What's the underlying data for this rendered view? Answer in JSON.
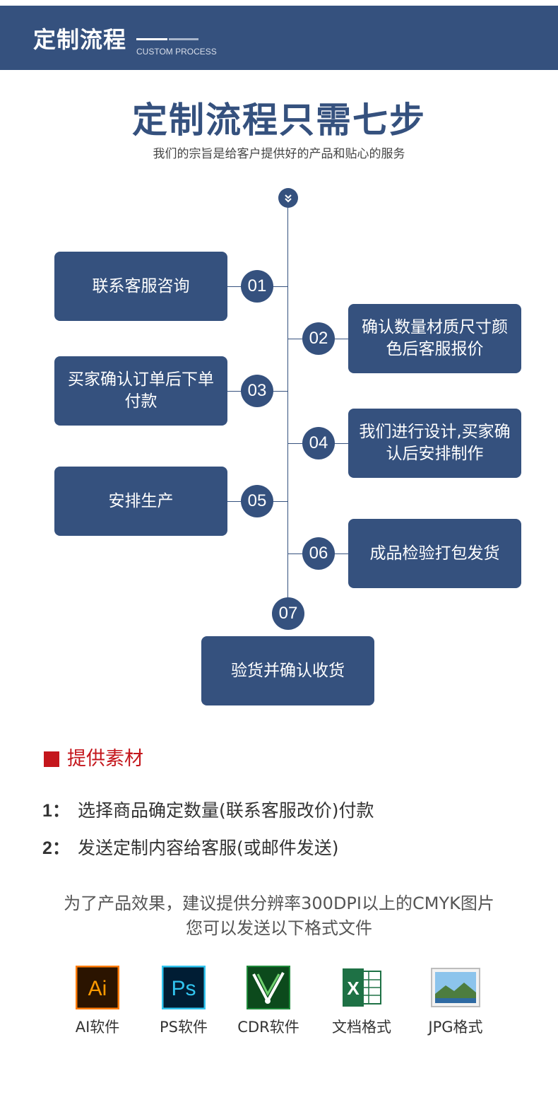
{
  "header": {
    "title": "定制流程",
    "subtitle": "CUSTOM PROCESS"
  },
  "hero": {
    "title": "定制流程只需七步",
    "subtitle": "我们的宗旨是给客户提供好的产品和贴心的服务"
  },
  "steps": [
    {
      "num": "01",
      "text": "联系客服咨询"
    },
    {
      "num": "02",
      "text": "确认数量材质尺寸颜色后客服报价"
    },
    {
      "num": "03",
      "text": "买家确认订单后下单付款"
    },
    {
      "num": "04",
      "text": "我们进行设计,买家确认后安排制作"
    },
    {
      "num": "05",
      "text": "安排生产"
    },
    {
      "num": "06",
      "text": "成品检验打包发货"
    },
    {
      "num": "07",
      "text": "验货并确认收货"
    }
  ],
  "materials": {
    "title": "提供素材",
    "items": [
      {
        "num": "1：",
        "text": "选择商品确定数量(联系客服改价)付款"
      },
      {
        "num": "2：",
        "text": "发送定制内容给客服(或邮件发送)"
      }
    ],
    "note_line1": "为了产品效果，建议提供分辨率300DPI以上的CMYK图片",
    "note_line2": "您可以发送以下格式文件"
  },
  "files": [
    {
      "icon": "ai-icon",
      "label": "AI软件"
    },
    {
      "icon": "ps-icon",
      "label": "PS软件"
    },
    {
      "icon": "cdr-icon",
      "label": "CDR软件"
    },
    {
      "icon": "excel-icon",
      "label": "文档格式"
    },
    {
      "icon": "image-icon",
      "label": "JPG格式"
    }
  ],
  "colors": {
    "primary": "#35517e",
    "accent": "#c4161c"
  }
}
